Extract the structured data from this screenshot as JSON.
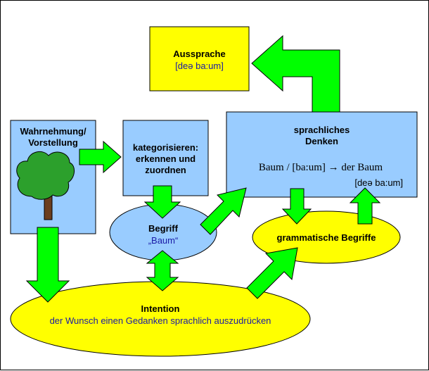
{
  "aussprache": {
    "title": "Aussprache",
    "ipa": "[deə ba:um]"
  },
  "wahrnehmung": {
    "line1": "Wahrnehmung/",
    "line2": "Vorstellung"
  },
  "kategorisieren": {
    "line1": "kategorisieren:",
    "line2": "erkennen und",
    "line3": "zuordnen"
  },
  "denken": {
    "line1": "sprachliches",
    "line2": "Denken",
    "formula": "Baum / [ba:um] → der Baum",
    "ipa": "[deə ba:um]"
  },
  "begriff": {
    "title": "Begriff",
    "word": "„Baum“"
  },
  "grammatische": {
    "title": "grammatische Begriffe"
  },
  "intention": {
    "title": "Intention",
    "text": "der Wunsch einen Gedanken sprachlich auszudrücken"
  },
  "colors": {
    "yellow": "#ffff00",
    "light_blue": "#99ccff",
    "arrow_green": "#00ff00",
    "tree_green": "#2ca02c",
    "trunk_brown": "#6b3e1f",
    "text_blue": "#1a1aa6"
  }
}
